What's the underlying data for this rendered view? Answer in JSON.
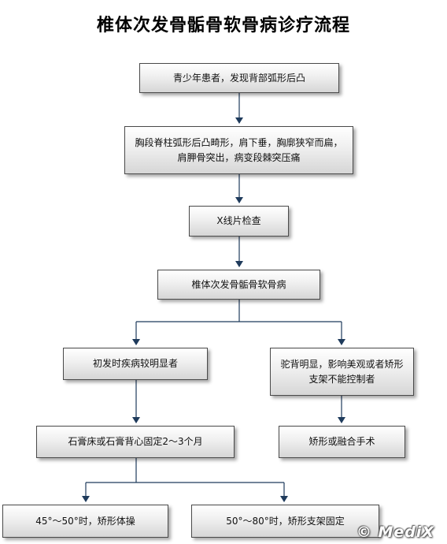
{
  "title": "椎体次发骨骺骨软骨病诊疗流程",
  "nodes": {
    "n1": "青少年患者，发现背部弧形后凸",
    "n2": "胸段脊柱弧形后凸畸形，肩下垂，胸廓狭窄而扁，肩胛骨突出，病变段棘突压痛",
    "n3": "X线片检查",
    "n4": "椎体次发骨骺骨软骨病",
    "n5": "初发时疾病较明显者",
    "n6": "驼背明显，影响美观或者矫形支架不能控制者",
    "n7": "石膏床或石膏背心固定2～3个月",
    "n8": "矫形或融合手术",
    "n9": "45°～50°时，矫形体操",
    "n10": "50°～80°时，矫形支架固定"
  },
  "watermark": "© MediX"
}
